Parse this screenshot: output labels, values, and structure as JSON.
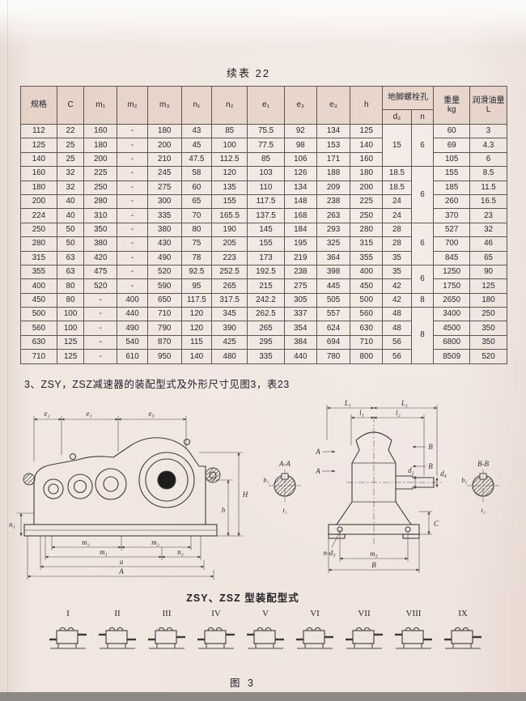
{
  "page": {
    "table_title": "续表 22",
    "section_note": "3、ZSY，ZSZ减速器的装配型式及外形尺寸见图3，表23",
    "assembly_caption": "ZSY、ZSZ 型装配型式",
    "figure_caption": "图 3"
  },
  "table": {
    "header": {
      "spec": "规格",
      "c": "C",
      "m1": "m₁",
      "m2": "m₂",
      "m3": "m₃",
      "n1": "n₁",
      "n2": "n₂",
      "e1": "e₁",
      "e2": "e₂",
      "e3": "e₃",
      "h": "h",
      "anchor_bolt": "地脚螺栓孔",
      "d3": "d₃",
      "n": "n",
      "weight": "重量",
      "weight_unit": "kg",
      "oil": "润滑油量",
      "oil_unit": "L"
    },
    "rows": [
      [
        "112",
        "22",
        "160",
        "-",
        "180",
        "43",
        "85",
        "75.5",
        "92",
        "134",
        "125",
        "60",
        "3"
      ],
      [
        "125",
        "25",
        "180",
        "-",
        "200",
        "45",
        "100",
        "77.5",
        "98",
        "153",
        "140",
        "69",
        "4.3"
      ],
      [
        "140",
        "25",
        "200",
        "-",
        "210",
        "47.5",
        "112.5",
        "85",
        "106",
        "171",
        "160",
        "105",
        "6"
      ],
      [
        "160",
        "32",
        "225",
        "-",
        "245",
        "58",
        "120",
        "103",
        "126",
        "188",
        "180",
        "155",
        "8.5"
      ],
      [
        "180",
        "32",
        "250",
        "-",
        "275",
        "60",
        "135",
        "110",
        "134",
        "209",
        "200",
        "185",
        "11.5"
      ],
      [
        "200",
        "40",
        "280",
        "-",
        "300",
        "65",
        "155",
        "117.5",
        "148",
        "238",
        "225",
        "260",
        "16.5"
      ],
      [
        "224",
        "40",
        "310",
        "-",
        "335",
        "70",
        "165.5",
        "137.5",
        "168",
        "263",
        "250",
        "370",
        "23"
      ],
      [
        "250",
        "50",
        "350",
        "-",
        "380",
        "80",
        "190",
        "145",
        "184",
        "293",
        "280",
        "527",
        "32"
      ],
      [
        "280",
        "50",
        "380",
        "-",
        "430",
        "75",
        "205",
        "155",
        "195",
        "325",
        "315",
        "700",
        "46"
      ],
      [
        "315",
        "63",
        "420",
        "-",
        "490",
        "78",
        "223",
        "173",
        "219",
        "364",
        "355",
        "845",
        "65"
      ],
      [
        "355",
        "63",
        "475",
        "-",
        "520",
        "92.5",
        "252.5",
        "192.5",
        "238",
        "398",
        "400",
        "1250",
        "90"
      ],
      [
        "400",
        "80",
        "520",
        "-",
        "590",
        "95",
        "265",
        "215",
        "275",
        "445",
        "450",
        "1750",
        "125"
      ],
      [
        "450",
        "80",
        "-",
        "400",
        "650",
        "117.5",
        "317.5",
        "242.2",
        "305",
        "505",
        "500",
        "2650",
        "180"
      ],
      [
        "500",
        "100",
        "-",
        "440",
        "710",
        "120",
        "345",
        "262.5",
        "337",
        "557",
        "560",
        "3400",
        "250"
      ],
      [
        "560",
        "100",
        "-",
        "490",
        "790",
        "120",
        "390",
        "265",
        "354",
        "624",
        "630",
        "4500",
        "350"
      ],
      [
        "630",
        "125",
        "-",
        "540",
        "870",
        "115",
        "425",
        "295",
        "384",
        "694",
        "710",
        "6800",
        "350"
      ],
      [
        "710",
        "125",
        "-",
        "610",
        "950",
        "140",
        "480",
        "335",
        "440",
        "780",
        "800",
        "8509",
        "520"
      ]
    ],
    "d3_cells": [
      {
        "row": 0,
        "span": 3,
        "value": "15"
      },
      {
        "row": 3,
        "span": 1,
        "value": "18.5"
      },
      {
        "row": 4,
        "span": 1,
        "value": "18.5"
      },
      {
        "row": 5,
        "span": 1,
        "value": "24"
      },
      {
        "row": 6,
        "span": 1,
        "value": "24"
      },
      {
        "row": 7,
        "span": 1,
        "value": "28"
      },
      {
        "row": 8,
        "span": 1,
        "value": "28"
      },
      {
        "row": 9,
        "span": 1,
        "value": "35"
      },
      {
        "row": 10,
        "span": 1,
        "value": "35"
      },
      {
        "row": 11,
        "span": 1,
        "value": "42"
      },
      {
        "row": 12,
        "span": 1,
        "value": "42"
      },
      {
        "row": 13,
        "span": 1,
        "value": "48"
      },
      {
        "row": 14,
        "span": 1,
        "value": "48"
      },
      {
        "row": 15,
        "span": 1,
        "value": "56"
      },
      {
        "row": 16,
        "span": 1,
        "value": "56"
      }
    ],
    "n_cells": [
      {
        "row": 0,
        "span": 3,
        "value": "6"
      },
      {
        "row": 3,
        "span": 4,
        "value": "6"
      },
      {
        "row": 7,
        "span": 3,
        "value": "6"
      },
      {
        "row": 10,
        "span": 2,
        "value": "6"
      },
      {
        "row": 12,
        "span": 1,
        "value": "8"
      },
      {
        "row": 13,
        "span": 4,
        "value": "8"
      }
    ]
  },
  "drawing": {
    "labels": {
      "e1": "e₁",
      "e2": "e₂",
      "e3": "e₃",
      "H": "H",
      "h": "h",
      "n1": "n₁",
      "n2": "n₂",
      "m1": "m₁",
      "m2": "m₂",
      "a": "a",
      "A": "A",
      "B": "B",
      "C": "C",
      "AA": "A-A",
      "b1": "b₁",
      "t1": "t₁",
      "BB": "B-B",
      "b2": "b₂",
      "t2": "t₂",
      "L1": "L₁",
      "L2": "L₂",
      "l1": "l₁",
      "l2": "l₂",
      "d2": "d₂",
      "d4": "d₄",
      "nd3": "n-d₃",
      "m3": "m₃"
    }
  },
  "assembly": {
    "numerals": [
      "I",
      "II",
      "III",
      "IV",
      "V",
      "VI",
      "VII",
      "VIII",
      "IX"
    ]
  }
}
